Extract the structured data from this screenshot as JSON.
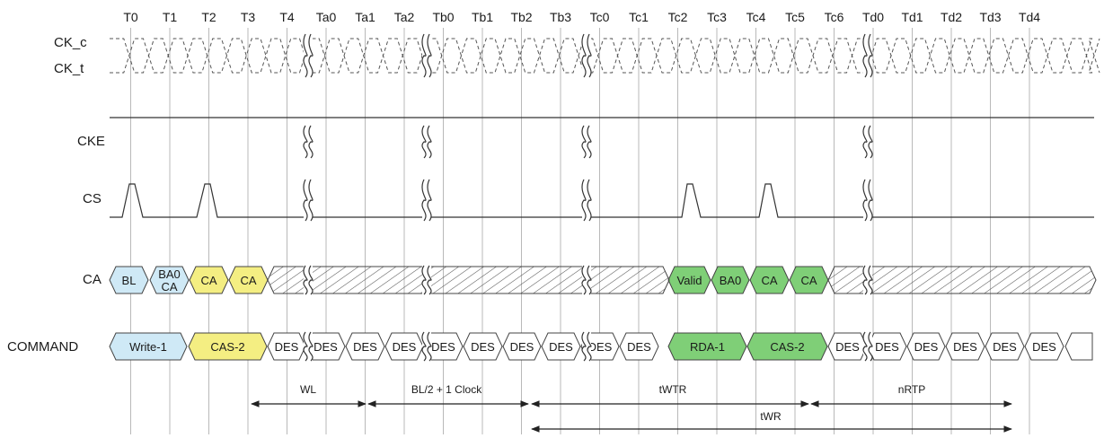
{
  "ticks": [
    "T0",
    "T1",
    "T2",
    "T3",
    "T4",
    "Ta0",
    "Ta1",
    "Ta2",
    "Tb0",
    "Tb1",
    "Tb2",
    "Tb3",
    "Tc0",
    "Tc1",
    "Tc2",
    "Tc3",
    "Tc4",
    "Tc5",
    "Tc6",
    "Td0",
    "Td1",
    "Td2",
    "Td3",
    "Td4"
  ],
  "signals": {
    "ck_c": "CK_c",
    "ck_t": "CK_t",
    "cke": "CKE",
    "cs": "CS",
    "ca": "CA",
    "command": "COMMAND"
  },
  "colors": {
    "blue": "#cfe9f6",
    "yellow": "#f4ee82",
    "green": "#7fcf77",
    "white": "#ffffff"
  },
  "ca_boxes": [
    {
      "label": "BL",
      "color": "blue"
    },
    {
      "label": "BA0",
      "label2": "CA",
      "color": "blue"
    },
    {
      "label": "CA",
      "color": "yellow"
    },
    {
      "label": "CA",
      "color": "yellow"
    },
    {
      "label": "Valid",
      "color": "green"
    },
    {
      "label": "BA0",
      "color": "green"
    },
    {
      "label": "CA",
      "color": "green"
    },
    {
      "label": "CA",
      "color": "green"
    }
  ],
  "command_boxes": [
    {
      "label": "Write-1",
      "color": "blue"
    },
    {
      "label": "CAS-2",
      "color": "yellow"
    },
    {
      "label": "DES",
      "color": "white"
    },
    {
      "label": "DES",
      "color": "white"
    },
    {
      "label": "DES",
      "color": "white"
    },
    {
      "label": "DES",
      "color": "white"
    },
    {
      "label": "DES",
      "color": "white"
    },
    {
      "label": "DES",
      "color": "white"
    },
    {
      "label": "DES",
      "color": "white"
    },
    {
      "label": "DES",
      "color": "white"
    },
    {
      "label": "DES",
      "color": "white"
    },
    {
      "label": "DES",
      "color": "white"
    },
    {
      "label": "RDA-1",
      "color": "green"
    },
    {
      "label": "CAS-2",
      "color": "green"
    },
    {
      "label": "DES",
      "color": "white"
    },
    {
      "label": "DES",
      "color": "white"
    },
    {
      "label": "DES",
      "color": "white"
    },
    {
      "label": "DES",
      "color": "white"
    },
    {
      "label": "DES",
      "color": "white"
    },
    {
      "label": "DES",
      "color": "white"
    }
  ],
  "measurements": [
    {
      "label": "WL"
    },
    {
      "label": "BL/2 + 1 Clock"
    },
    {
      "label": "tWTR"
    },
    {
      "label": "nRTP"
    },
    {
      "label": "tWR"
    }
  ]
}
